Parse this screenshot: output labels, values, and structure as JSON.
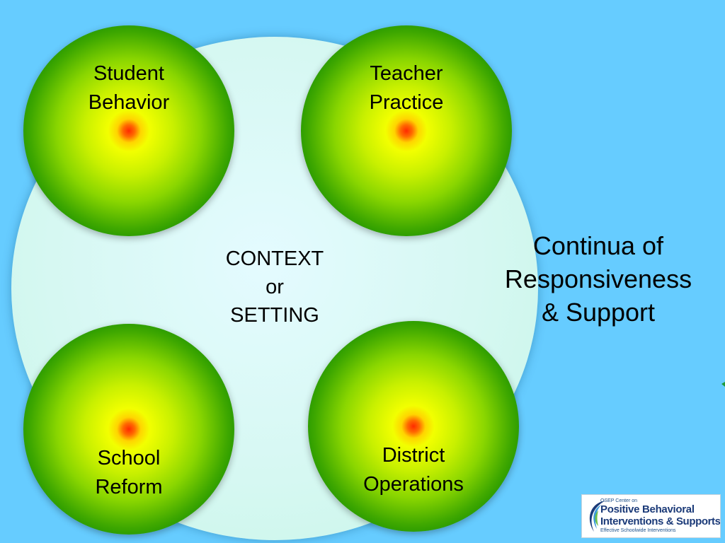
{
  "diagram": {
    "center": {
      "line1": "CONTEXT",
      "line2": "or",
      "line3": "SETTING"
    },
    "nodes": [
      {
        "line1": "Student",
        "line2": "Behavior"
      },
      {
        "line1": "Teacher",
        "line2": "Practice"
      },
      {
        "line1": "School",
        "line2": "Reform"
      },
      {
        "line1": "District",
        "line2": "Operations"
      }
    ],
    "side_label": {
      "line1": "Continua of",
      "line2": "Responsiveness",
      "line3": "& Support"
    }
  },
  "logo": {
    "small_text": "OSEP Center on",
    "main_line1": "Positive Behavioral",
    "main_line2": "Interventions & Supports",
    "tagline": "Effective Schoolwide Interventions"
  },
  "colors": {
    "background": "#66ccff",
    "context_fill": "#d6f8f2",
    "node_outer": "#007a00",
    "node_mid": "#f2ff00",
    "node_core": "#ff2a00",
    "logo_text": "#1b3a78"
  }
}
